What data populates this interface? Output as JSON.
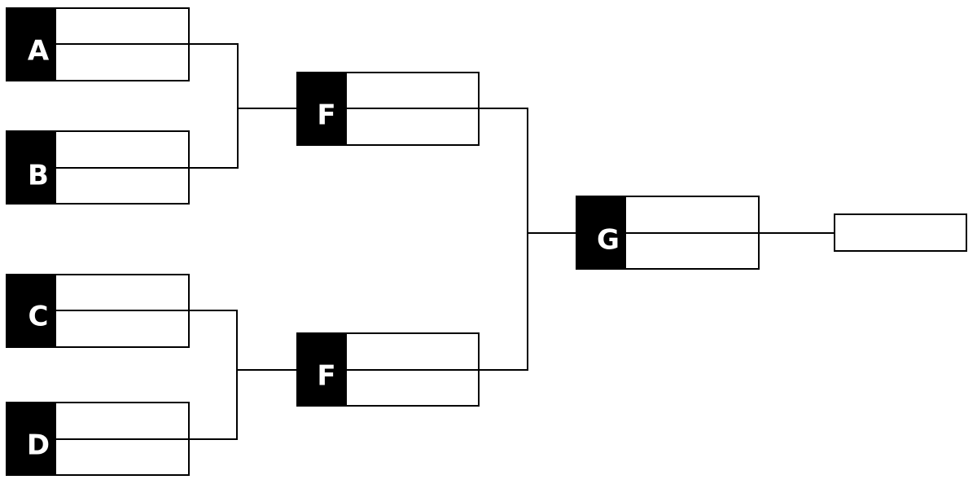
{
  "matches": [
    {
      "id": "match-a",
      "label": "A"
    },
    {
      "id": "match-b",
      "label": "B"
    },
    {
      "id": "match-c",
      "label": "C"
    },
    {
      "id": "match-d",
      "label": "D"
    },
    {
      "id": "match-e-top",
      "label": "F"
    },
    {
      "id": "match-e-bottom",
      "label": "F"
    },
    {
      "id": "match-final",
      "label": "G"
    }
  ],
  "champion": {
    "label": ""
  }
}
